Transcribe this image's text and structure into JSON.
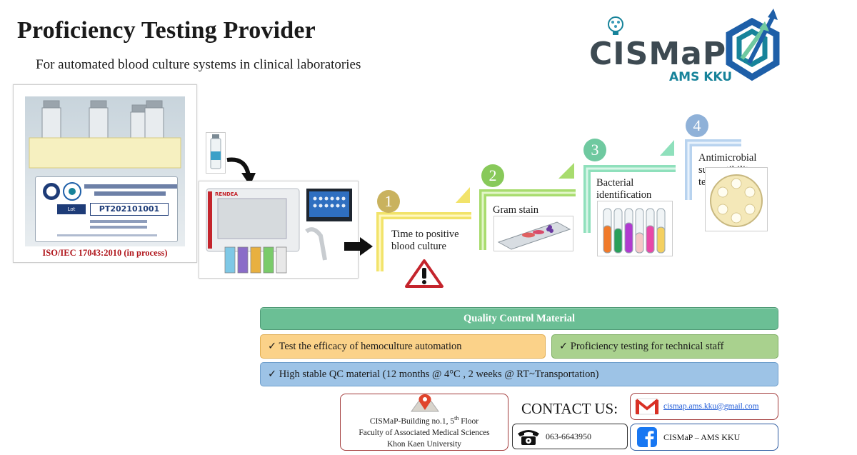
{
  "header": {
    "title": "Proficiency Testing Provider",
    "subtitle": "For automated blood culture systems in clinical laboratories"
  },
  "logo": {
    "name": "CISMaP",
    "sub": "AMS KKU",
    "colors": [
      "#3d4a52",
      "#17839a",
      "#1e5fa8"
    ]
  },
  "product": {
    "lot_label": "Lot Number",
    "lot_number": "PT202101001",
    "accreditation": "ISO/IEC 17043:2010 (in process)"
  },
  "instrument": {
    "brand": "RENDEA"
  },
  "steps": [
    {
      "number": "1",
      "label_lines": [
        "Time to positive",
        "blood culture"
      ],
      "color": "#c9b25e",
      "bar_color": "#f2e36a"
    },
    {
      "number": "2",
      "label_lines": [
        "Gram stain"
      ],
      "color": "#88c95a",
      "bar_color": "#a8dc6e"
    },
    {
      "number": "3",
      "label_lines": [
        "Bacterial",
        "identification"
      ],
      "color": "#6fc9a0",
      "bar_color": "#8fe0bc"
    },
    {
      "number": "4",
      "label_lines": [
        "Antimicrobial",
        "susceptibility",
        "test"
      ],
      "color": "#8fb1d8",
      "bar_color": "#b8d3ef"
    }
  ],
  "qc": {
    "heading": "Quality Control Material",
    "items": [
      "✓ Test the efficacy of hemoculture automation",
      "✓ Proficiency testing for technical staff",
      "✓ High stable QC material (12 months @ 4°C , 2 weeks @ RT~Transportation)"
    ]
  },
  "contact": {
    "heading": "CONTACT US:",
    "address_line1": "CISMaP-Building no.1, 5",
    "address_sup": "th",
    "address_line1b": " Floor",
    "address_line2": "Faculty of Associated Medical Sciences",
    "address_line3": "Khon Kaen University",
    "email": "cismap.ams.kku@gmail.com",
    "phone": "063-6643950",
    "facebook": "CISMaP – AMS KKU"
  }
}
